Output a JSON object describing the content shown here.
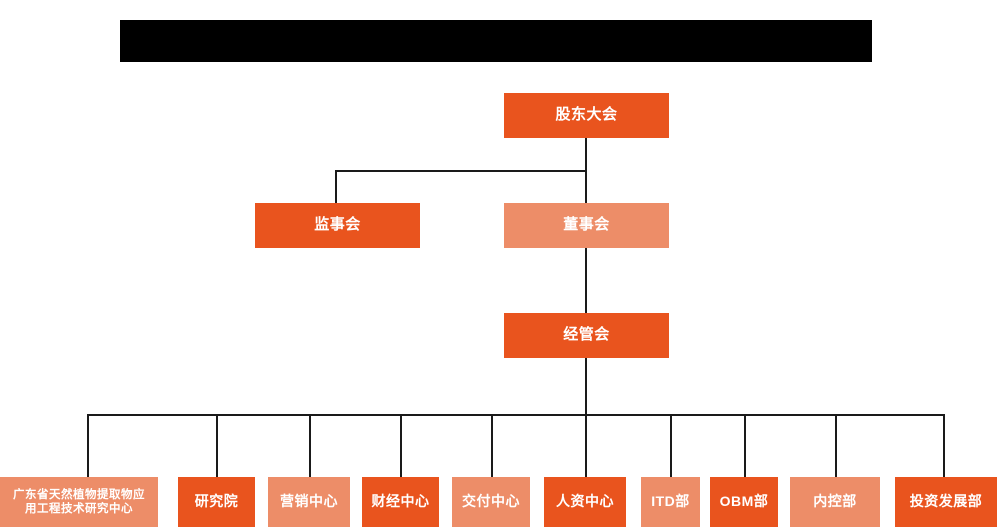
{
  "page": {
    "title_bar": {
      "name": "redacted-title-bar",
      "text": "",
      "color": "#000000"
    },
    "background_color": "#ffffff"
  },
  "theme": {
    "accent_dark": "#E9541E",
    "accent_light": "#ED8D68",
    "connector_color": "#1a1a1a",
    "node_text_color": "#ffffff"
  },
  "chart": {
    "type": "org-chart",
    "levels": [
      {
        "level": 1,
        "nodes": [
          {
            "id": "shareholders",
            "label": "股东大会",
            "shade": "dark"
          }
        ]
      },
      {
        "level": 2,
        "nodes": [
          {
            "id": "supervisors",
            "label": "监事会",
            "shade": "dark"
          },
          {
            "id": "directors",
            "label": "董事会",
            "shade": "light"
          }
        ]
      },
      {
        "level": 3,
        "nodes": [
          {
            "id": "management",
            "label": "经管会",
            "shade": "dark"
          }
        ]
      },
      {
        "level": 4,
        "nodes": [
          {
            "id": "gd-research-center",
            "label": "广东省天然植物提取物应用工程技术研究中心",
            "label_line1": "广东省天然植物提取物应",
            "label_line2": "用工程技术研究中心",
            "shade": "light"
          },
          {
            "id": "research-institute",
            "label": "研究院",
            "shade": "dark"
          },
          {
            "id": "marketing-center",
            "label": "营销中心",
            "shade": "light"
          },
          {
            "id": "finance-center",
            "label": "财经中心",
            "shade": "dark"
          },
          {
            "id": "delivery-center",
            "label": "交付中心",
            "shade": "light"
          },
          {
            "id": "hr-center",
            "label": "人资中心",
            "shade": "dark"
          },
          {
            "id": "itd-dept",
            "label": "ITD部",
            "shade": "light"
          },
          {
            "id": "obm-dept",
            "label": "OBM部",
            "shade": "dark"
          },
          {
            "id": "internal-control-dept",
            "label": "内控部",
            "shade": "light"
          },
          {
            "id": "investment-development-dept",
            "label": "投资发展部",
            "shade": "dark"
          }
        ]
      }
    ],
    "edges": [
      {
        "from": "shareholders",
        "to": "supervisors"
      },
      {
        "from": "shareholders",
        "to": "directors"
      },
      {
        "from": "directors",
        "to": "management"
      },
      {
        "from": "management",
        "to": "gd-research-center"
      },
      {
        "from": "management",
        "to": "research-institute"
      },
      {
        "from": "management",
        "to": "marketing-center"
      },
      {
        "from": "management",
        "to": "finance-center"
      },
      {
        "from": "management",
        "to": "delivery-center"
      },
      {
        "from": "management",
        "to": "hr-center"
      },
      {
        "from": "management",
        "to": "itd-dept"
      },
      {
        "from": "management",
        "to": "obm-dept"
      },
      {
        "from": "management",
        "to": "internal-control-dept"
      },
      {
        "from": "management",
        "to": "investment-development-dept"
      }
    ]
  }
}
